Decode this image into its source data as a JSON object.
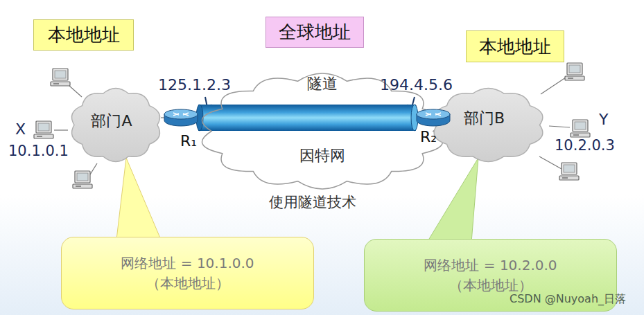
{
  "diagram": {
    "nodes": [
      {
        "text": [
          "本地地址"
        ]
      },
      {
        "text": [
          "全球地址"
        ]
      },
      {
        "text": [
          "本地地址"
        ]
      },
      {
        "text": [
          "部门A"
        ]
      },
      {
        "text": [
          "隧道",
          "因特网"
        ]
      },
      {
        "text": [
          "部门B"
        ]
      },
      {
        "text": [
          "R₁"
        ]
      },
      {
        "text": [
          "R₂"
        ]
      },
      {
        "text": [
          "网络地址 = 10.1.0.0",
          "（本地地址）"
        ]
      },
      {
        "text": [
          "网络地址 = 10.2.0.0",
          "（本地地址）"
        ]
      }
    ],
    "edges": [
      {
        "from": 6,
        "to": 7,
        "arrow": "none"
      }
    ],
    "labels": [
      "125.1.2.3",
      "194.4.5.6",
      "X",
      "10.1.0.1",
      "Y",
      "10.2.0.3",
      "使用隧道技术",
      "CSDN @Nuyoah_日落"
    ]
  }
}
